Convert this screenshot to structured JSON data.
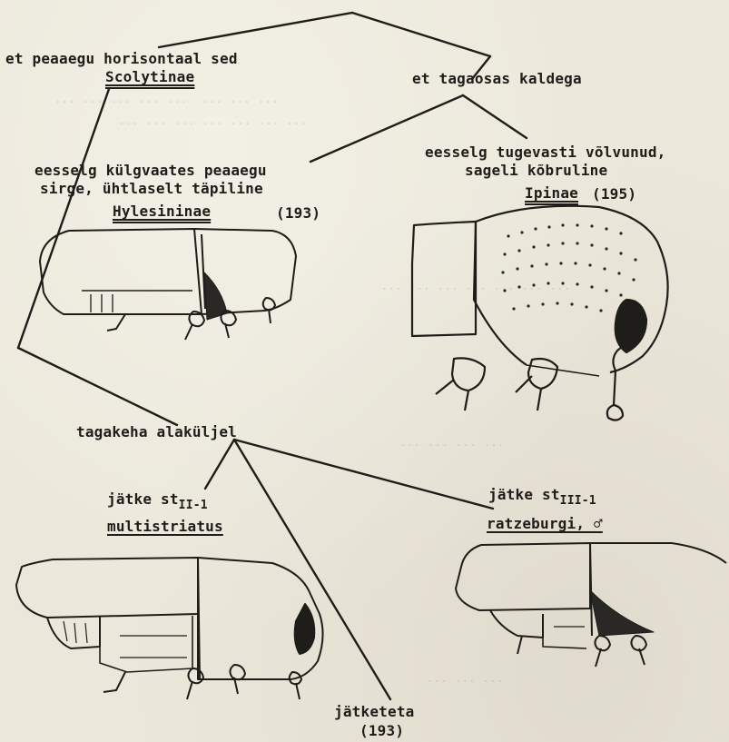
{
  "ghost_lines": [
    "... ... ... ... ...  ... ... ...",
    "... ... ... ... ... ... ...",
    "... ... ... ... ... ... ...",
    "... ... ... ...",
    "... ... ..."
  ],
  "nodes": {
    "left_top_line1": "et peaaegu horisontaal sed",
    "left_top_taxon": "Scolytinae",
    "right_top": "et tagaosas kaldega",
    "mid_left_line1": "eesselg külgvaates peaaegu",
    "mid_left_line2": "sirge, ühtlaselt täpiline",
    "mid_left_taxon": "Hylesininae",
    "mid_left_ref": "(193)",
    "mid_right_line1": "eesselg tugevasti võlvunud,",
    "mid_right_line2": "sageli kõbruline",
    "mid_right_taxon": "Ipinae",
    "mid_right_ref": "(195)",
    "abdomen": "tagakeha alaküljel",
    "bl_prefix": "jätke st",
    "bl_sub": "II-1",
    "bl_taxon": "multistriatus",
    "br_prefix": "jätke st",
    "br_sub": "III-1",
    "br_taxon": "ratzeburgi, ♂",
    "bottom_line1": "jätketeta",
    "bottom_ref": "(193)"
  }
}
